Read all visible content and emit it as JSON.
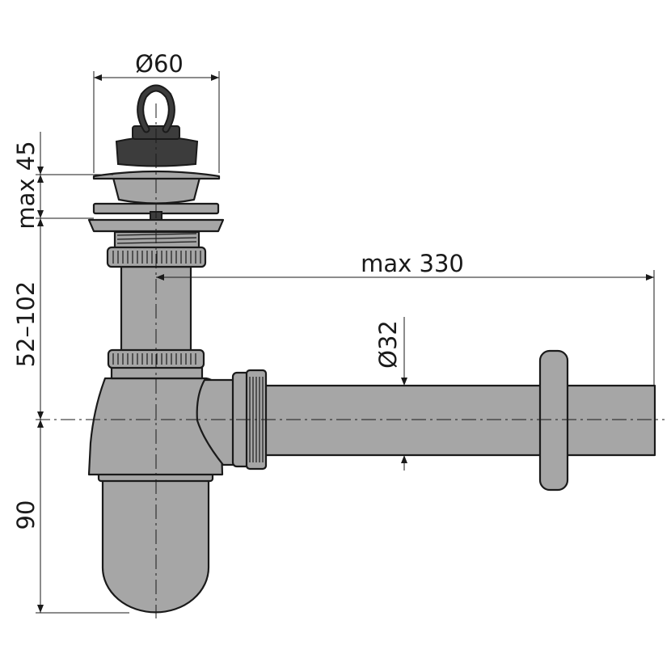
{
  "dimensions": {
    "flange_diameter": "Ø60",
    "plug_height": "max 45",
    "tailpiece_height": "52–102",
    "bowl_depth": "90",
    "outlet_length": "max 330",
    "outlet_diameter": "Ø32"
  },
  "colors": {
    "pipe": "#a6a6a6",
    "plug": "#3c3c3c",
    "outline": "#1a1a1a"
  }
}
